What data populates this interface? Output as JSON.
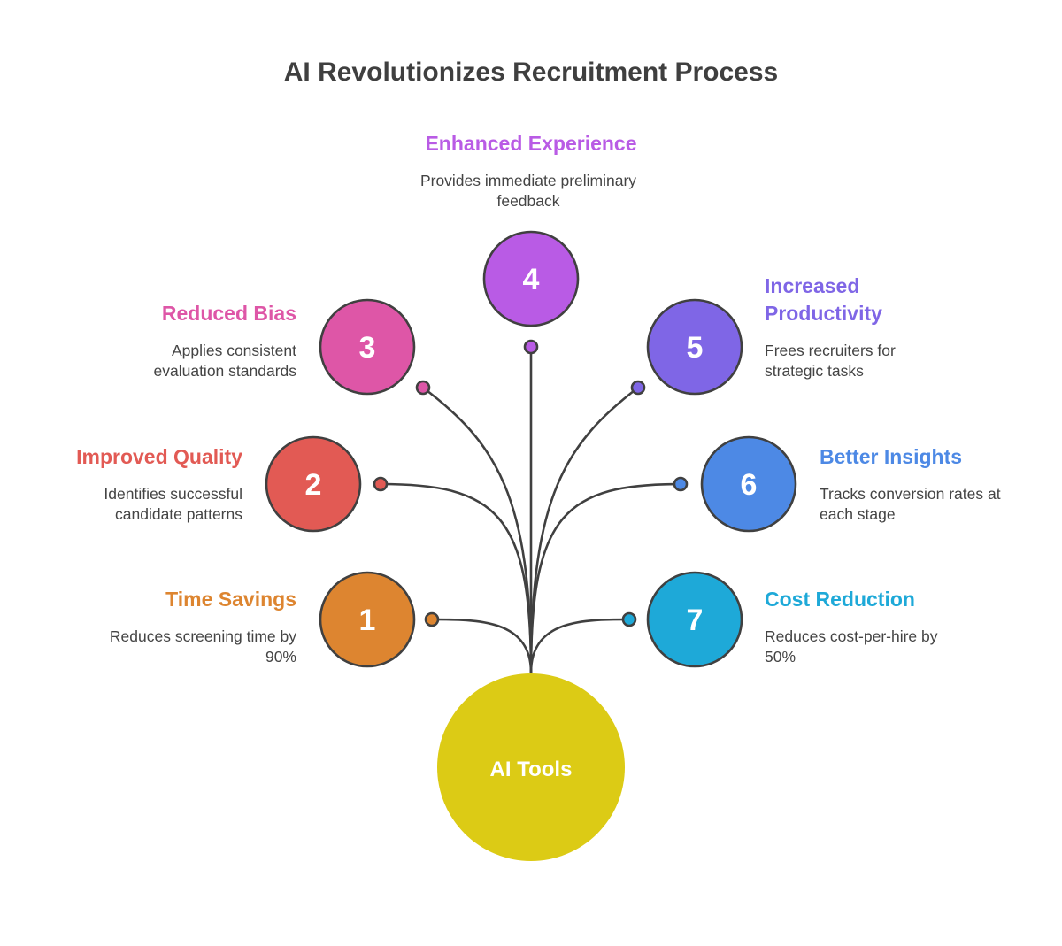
{
  "title": "AI Revolutionizes Recruitment Process",
  "center": {
    "label": "AI Tools",
    "color": "#dccb15"
  },
  "items": [
    {
      "number": "1",
      "heading": "Time Savings",
      "description": [
        "Reduces screening time by",
        "90%"
      ],
      "color": "#dd8530"
    },
    {
      "number": "2",
      "heading": "Improved Quality",
      "description": [
        "Identifies successful",
        "candidate patterns"
      ],
      "color": "#e25a54"
    },
    {
      "number": "3",
      "heading": "Reduced Bias",
      "description": [
        "Applies consistent",
        "evaluation standards"
      ],
      "color": "#de56a7"
    },
    {
      "number": "4",
      "heading": "Enhanced Experience",
      "description": [
        "Provides immediate preliminary",
        "feedback"
      ],
      "color": "#b95be5"
    },
    {
      "number": "5",
      "heading": [
        "Increased",
        "Productivity"
      ],
      "description": [
        "Frees recruiters for",
        "strategic tasks"
      ],
      "color": "#7f66e6"
    },
    {
      "number": "6",
      "heading": "Better Insights",
      "description": [
        "Tracks conversion rates at",
        "each stage"
      ],
      "color": "#4d89e5"
    },
    {
      "number": "7",
      "heading": "Cost Reduction",
      "description": [
        "Reduces cost-per-hire by",
        "50%"
      ],
      "color": "#1ea9d8"
    }
  ]
}
